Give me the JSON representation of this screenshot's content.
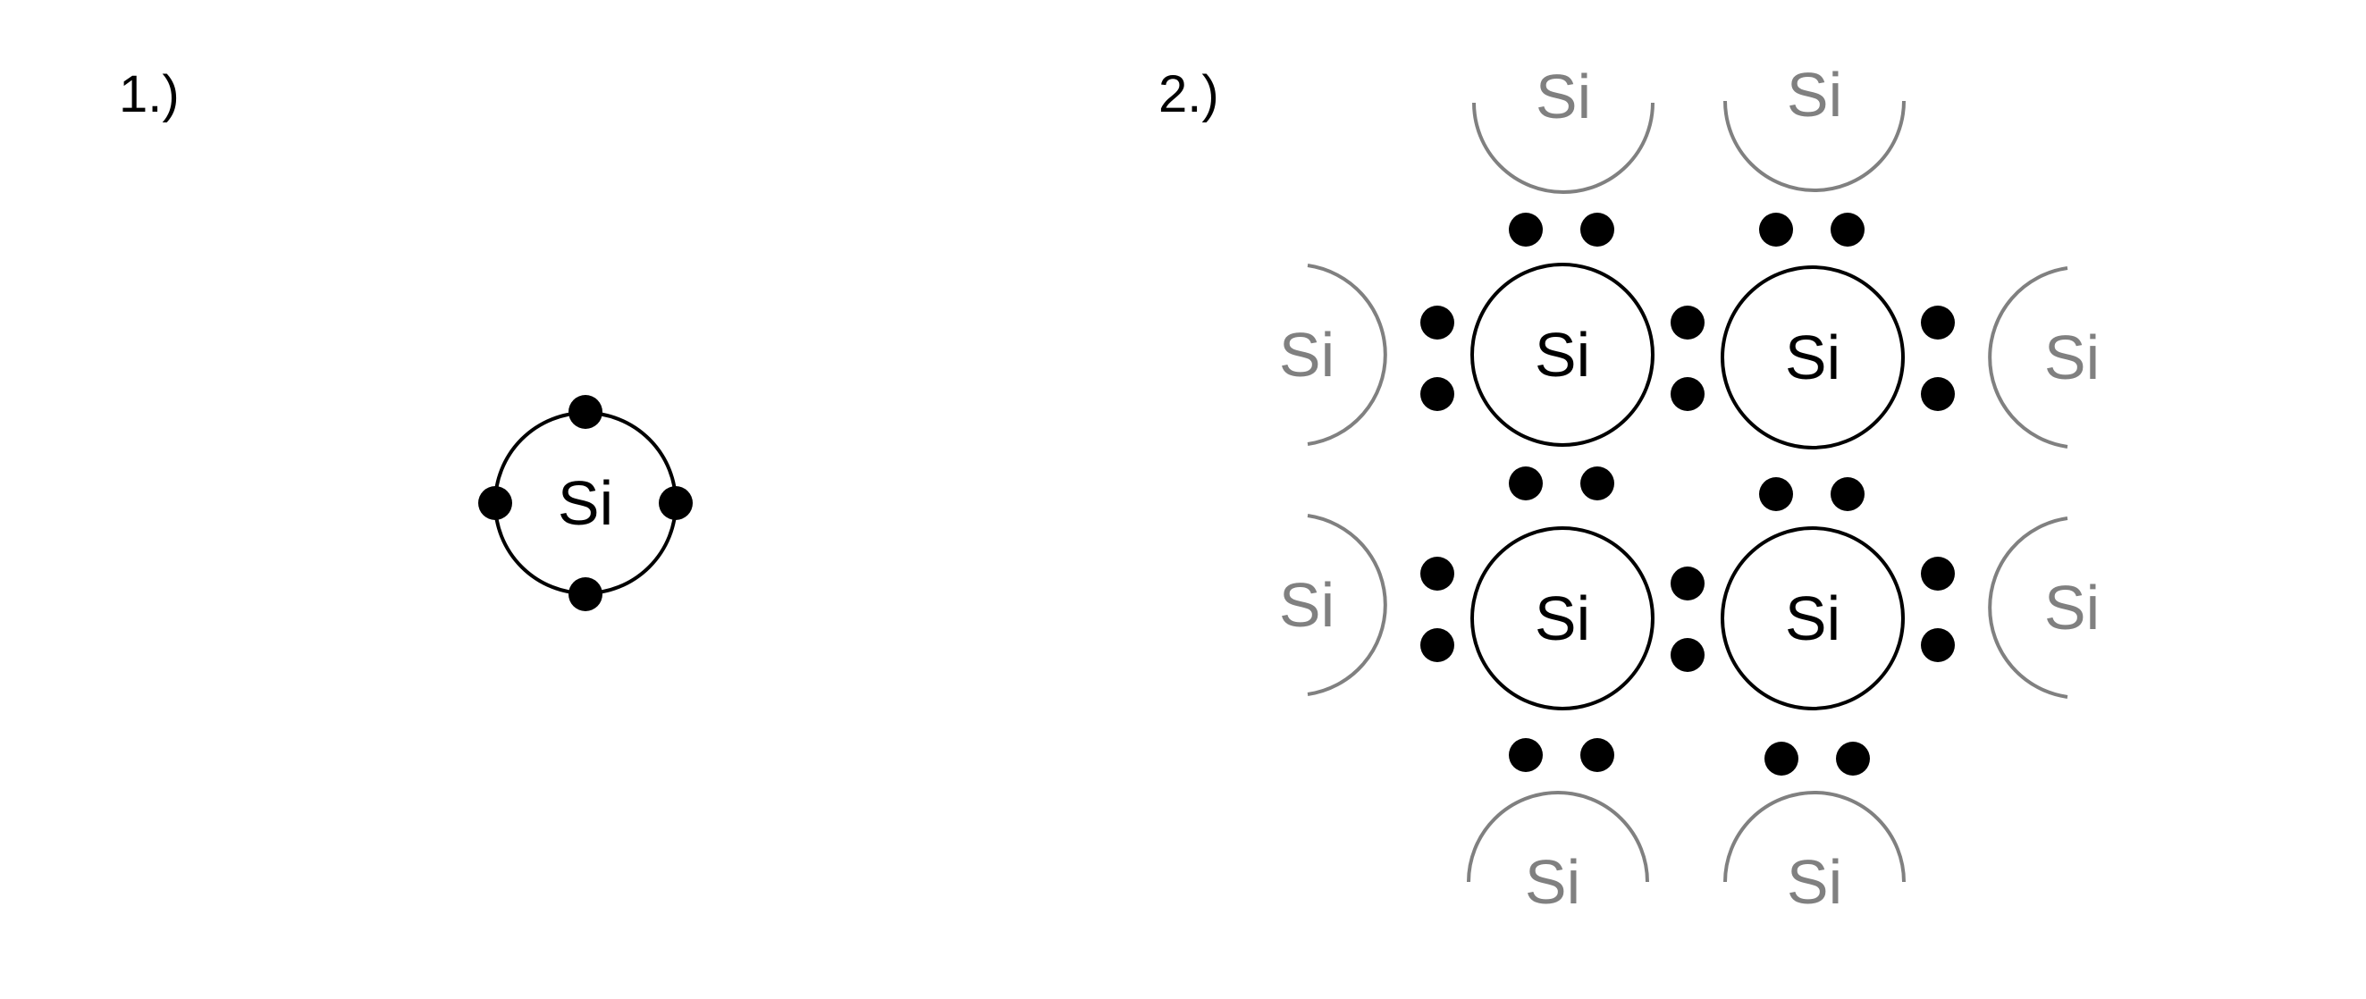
{
  "panels": {
    "single_atom": {
      "label": "1.)",
      "atom_symbol": "Si",
      "valence_electrons": 4
    },
    "lattice": {
      "label": "2.)",
      "central_atom_symbol": "Si",
      "neighbor_atom_symbol": "Si",
      "central_atoms": 4,
      "neighbor_atoms": 8,
      "shared_electron_pairs": 12
    }
  },
  "colors": {
    "central": "#000000",
    "neighbor": "#808080",
    "electron": "#000000",
    "background": "#ffffff"
  }
}
